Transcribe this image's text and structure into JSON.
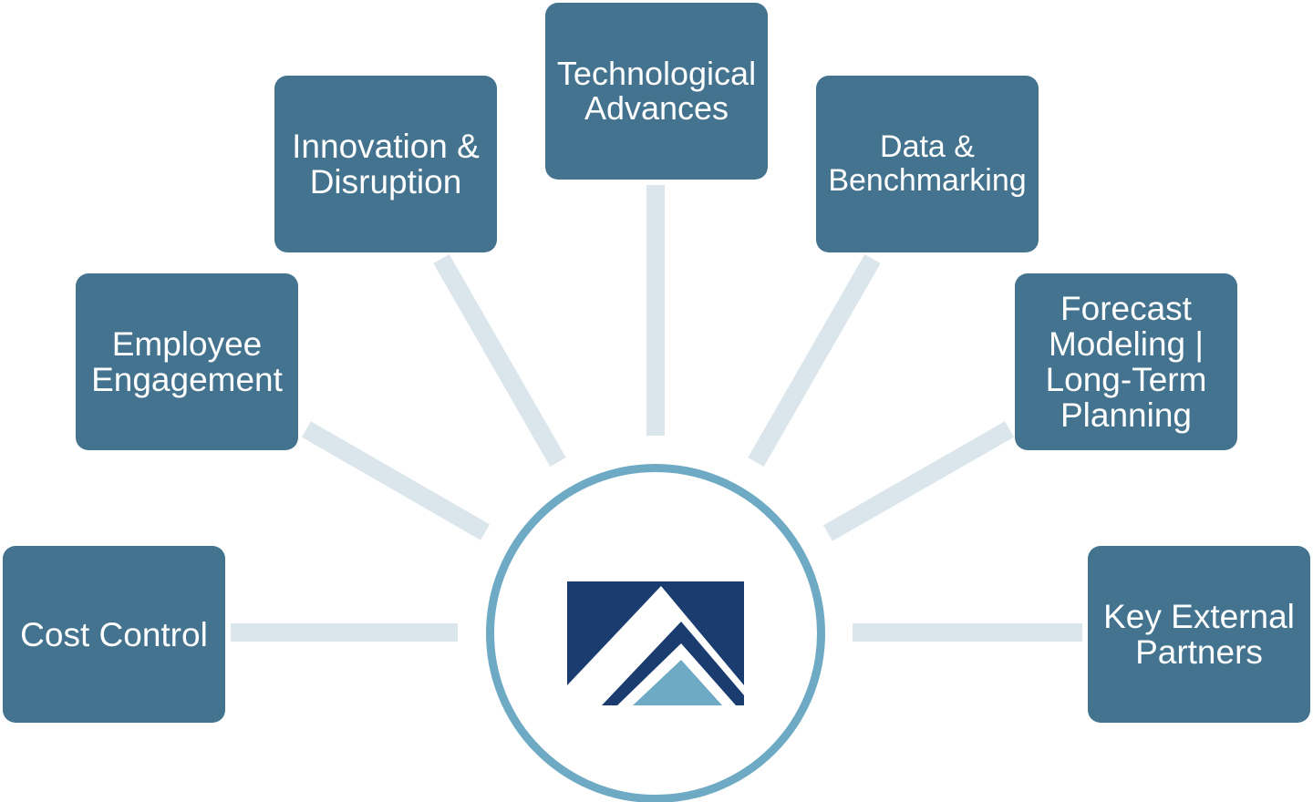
{
  "diagram": {
    "colors": {
      "node_fill": "#43738e",
      "node_text": "#ffffff",
      "connector": "#dae5ec",
      "hub_ring": "#6faac4",
      "logo_dark": "#1a3c6e",
      "logo_light": "#6faac4"
    },
    "hub": {
      "logo_icon": "mountain-peaks-logo-icon"
    },
    "nodes": {
      "cost_control": "Cost Control",
      "employee_engagement": "Employee\nEngagement",
      "innovation_disruption": "Innovation &\nDisruption",
      "technological_advances": "Technological\nAdvances",
      "data_benchmarking": "Data &\nBenchmarking",
      "forecast_modeling": "Forecast\nModeling |\nLong-Term\nPlanning",
      "key_external_partners": "Key External\nPartners"
    }
  }
}
